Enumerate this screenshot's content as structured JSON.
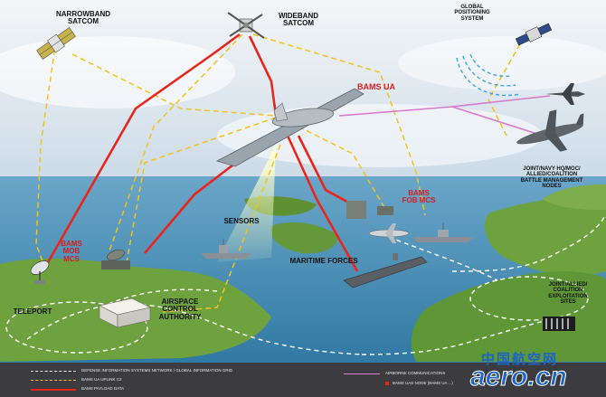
{
  "labels": {
    "narrowband": "NARROWBAND\nSATCOM",
    "wideband": "WIDEBAND\nSATCOM",
    "gps": "GLOBAL\nPOSITIONING\nSYSTEM",
    "bams_ua": "BAMS UA",
    "joint_navy": "JOINT/NAVY HQ/MOC/\nALLIED/COALITION\nBATTLE MANAGEMENT\nNODES",
    "bams_fob": "BAMS\nFOB MCS",
    "sensors": "SENSORS",
    "bams_mob": "BAMS\nMOB\nMCS",
    "maritime": "MARITIME FORCES",
    "airspace": "AIRSPACE\nCONTROL\nAUTHORITY",
    "teleport": "TELEPORT",
    "joint_allied": "JOINT/ALLIED/\nCOALITION\nEXPLOITATION\nSITES"
  },
  "legend": {
    "item1": "DEFENSE INFORMATION SYSTEMS NETWORK / GLOBAL INFORMATION GRID",
    "item2": "BAMS UA UPLINK C2",
    "item3": "BAMS PAYLOAD DATA",
    "item4": "AIRBORNE COMMUNICATIONS",
    "item5": "BAMS UAS NODE (BAMS UA ...)"
  },
  "colors": {
    "link_dashed": "#f3c21c",
    "payload": "#e8261e",
    "airborne": "#d77ad0",
    "network": "#ffffff",
    "sea": "#3b7fa8",
    "land": "#6ea23e"
  },
  "logo": {
    "chinese": "中国航空网",
    "site": "aero.cn"
  }
}
